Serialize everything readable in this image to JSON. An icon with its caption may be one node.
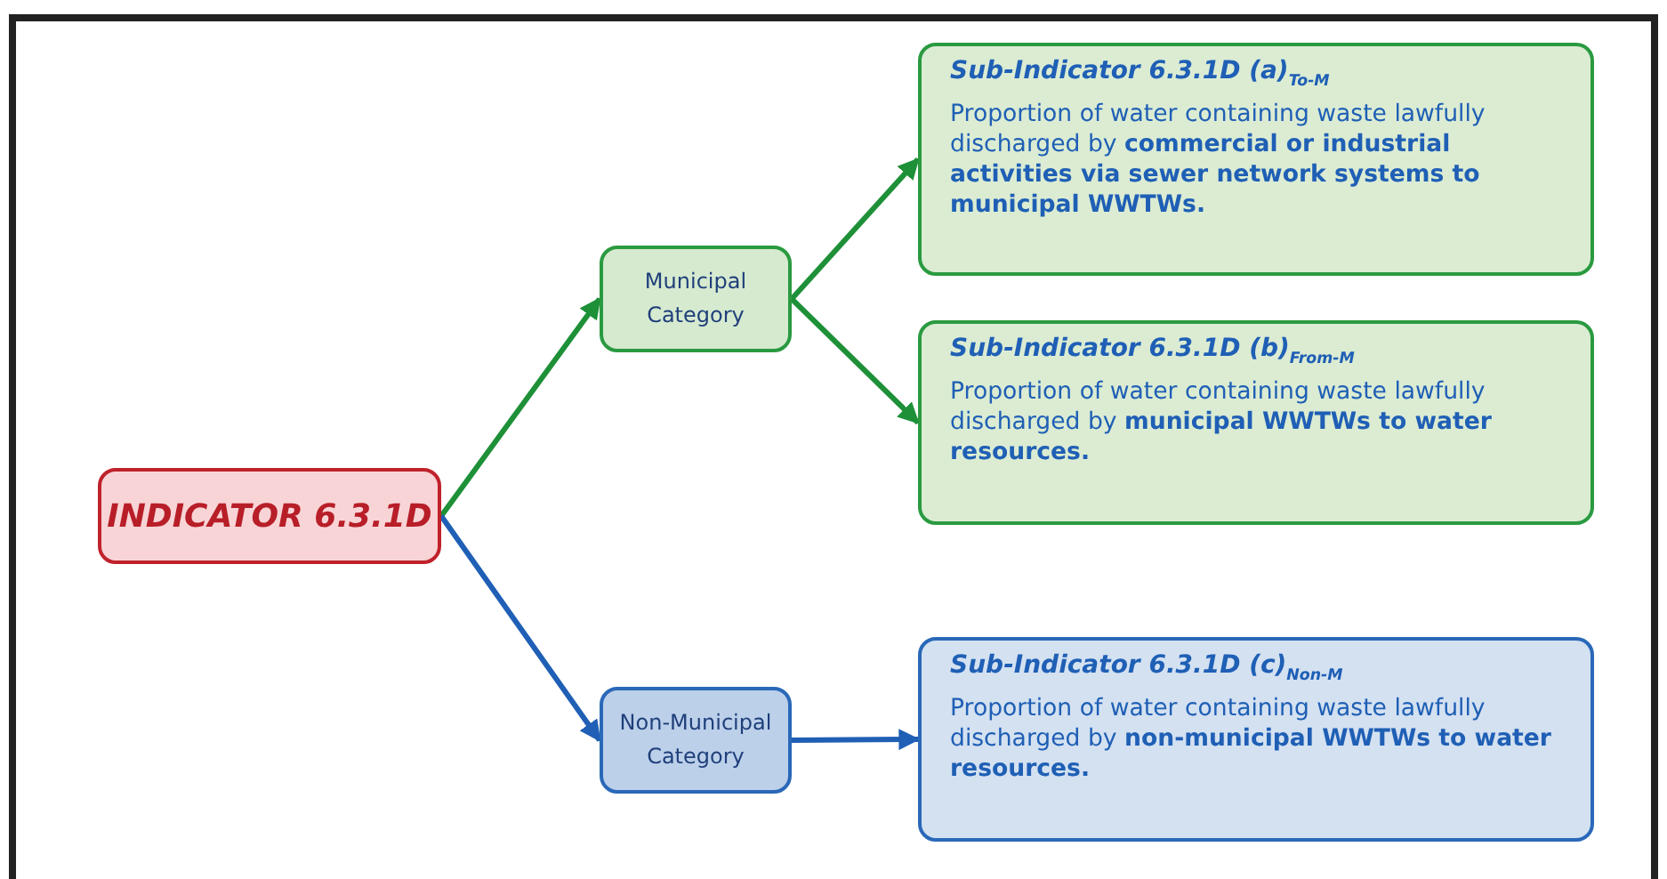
{
  "diagram": {
    "nodes": [
      {
        "text": [
          "INDICATOR 6.3.1D"
        ]
      },
      {
        "text": [
          "Municipal Category"
        ]
      },
      {
        "text": [
          "Non-Municipal Category"
        ]
      },
      {
        "text": [
          "Sub-Indicator 6.3.1D (a)$_{To-M}$",
          "Proportion of water containing waste lawfully discharged by **commercial or industrial activities via sewer network systems to municipal WWTWs.**"
        ]
      },
      {
        "text": [
          "Sub-Indicator 6.3.1D (b)$_{From-M}$",
          "Proportion of water containing waste lawfully discharged by **municipal WWTWs to water resources.**"
        ]
      },
      {
        "text": [
          "Sub-Indicator 6.3.1D (c)$_{Non-M}$",
          "Proportion of water containing waste lawfully discharged by **non-municipal WWTWs to water resources.**"
        ]
      }
    ],
    "edges": [
      {
        "from": 0,
        "to": 1,
        "arrow": "to"
      },
      {
        "from": 0,
        "to": 2,
        "arrow": "to",
        "color": "#1f5fb5"
      },
      {
        "from": 1,
        "to": 3,
        "arrow": "to"
      },
      {
        "from": 1,
        "to": 4,
        "arrow": "to"
      },
      {
        "from": 2,
        "to": 5,
        "arrow": "to",
        "color": "#1f5fb5"
      }
    ]
  }
}
